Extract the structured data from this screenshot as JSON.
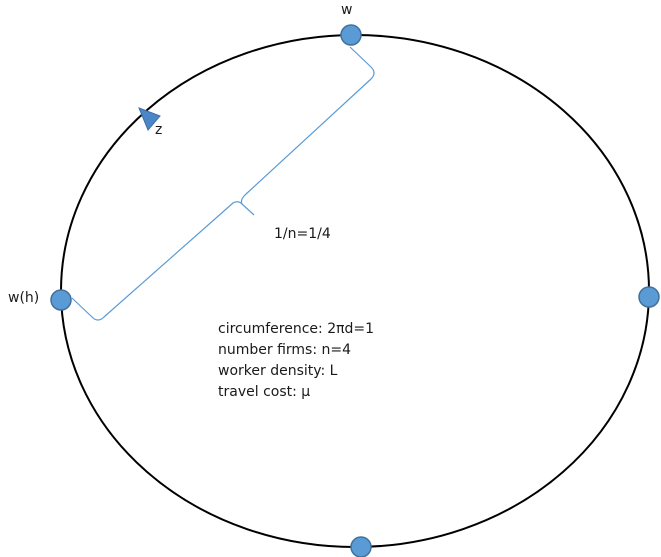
{
  "labels": {
    "top_firm": "w",
    "left_firm": "w(h)",
    "direction": "z",
    "distance": "1/n=1/4"
  },
  "parameters": [
    "circumference: 2πd=1",
    "number firms: n=4",
    "worker density: L",
    "travel cost: μ"
  ],
  "colors": {
    "circle_stroke": "#000000",
    "firm_fill": "#5b9bd5",
    "firm_stroke": "#41719c",
    "brace_stroke": "#5b9bd5",
    "arrow_fill": "#4a86c8",
    "text": "#1a1a1a"
  }
}
